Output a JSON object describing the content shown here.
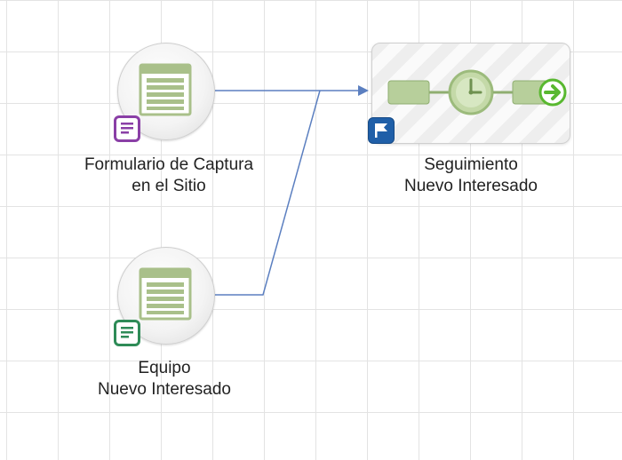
{
  "diagram": {
    "nodes": [
      {
        "id": "capture-form",
        "type": "form-source",
        "badge_icon": "form-icon",
        "badge_color": "#8a3fa6",
        "label_line1": "Formulario de Captura",
        "label_line2": "en el Sitio"
      },
      {
        "id": "team-new-lead",
        "type": "form-source",
        "badge_icon": "form-icon",
        "badge_color": "#2e8b57",
        "label_line1": "Equipo",
        "label_line2": "Nuevo Interesado"
      },
      {
        "id": "follow-up",
        "type": "sequence",
        "badge_icon": "flag-icon",
        "badge_color": "#1f5fa8",
        "center_icon": "clock-icon",
        "exit_icon": "arrow-right-circle-icon",
        "label_line1": "Seguimiento",
        "label_line2": "Nuevo Interesado"
      }
    ],
    "edges": [
      {
        "from": "capture-form",
        "to": "follow-up"
      },
      {
        "from": "team-new-lead",
        "to": "follow-up"
      }
    ],
    "colors": {
      "connector": "#5b7fc0",
      "form_glyph": "#a9c08a",
      "sequence_pill": "#b7cf9b",
      "exit_arrow": "#59b830",
      "grid": "#e3e3e3"
    }
  }
}
